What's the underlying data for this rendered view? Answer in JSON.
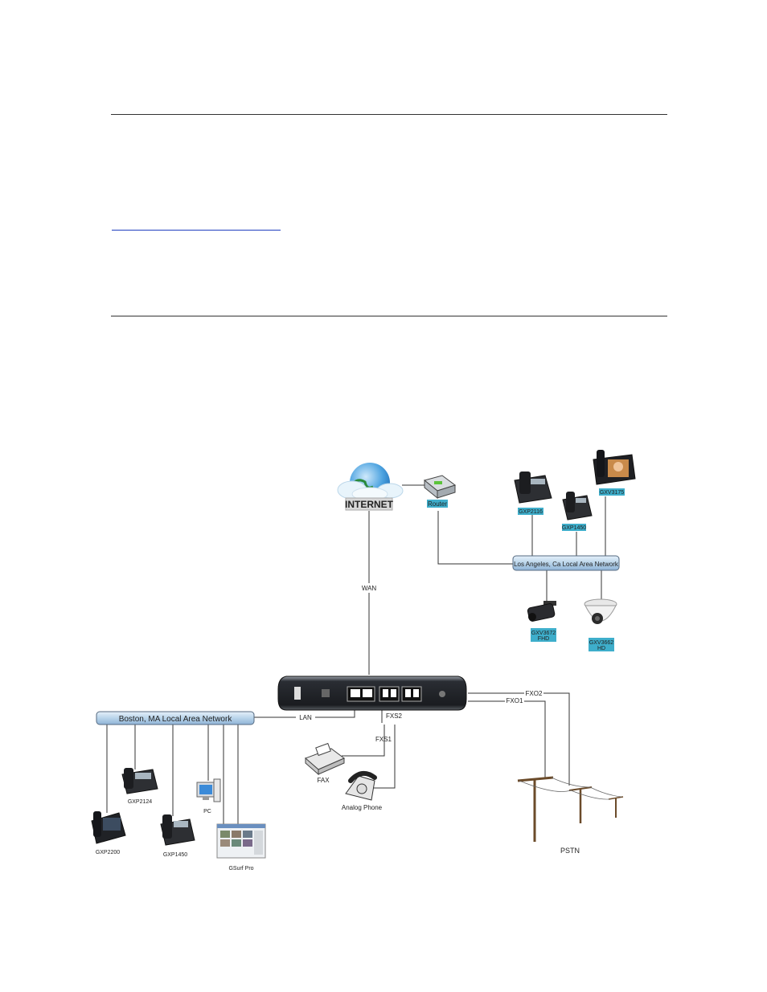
{
  "diagram": {
    "internet_label": "INTERNET",
    "router_label": "Router",
    "wan_label": "WAN",
    "la_network_label": "Los Angeles, Ca Local Area Network",
    "la_devices": {
      "gxp2116": "GXP2116",
      "gxp1450": "GXP1450",
      "gxv3175": "GXV3175",
      "gxv3672_line1": "GXV3672",
      "gxv3672_line2": "FHD",
      "gxv3662_line1": "GXV3662",
      "gxv3662_line2": "HD"
    },
    "boston_network_label": "Boston, MA Local Area Network",
    "lan_label": "LAN",
    "fxs2_label": "FXS2",
    "fxs1_label": "FXS1",
    "fxo2_label": "FXO2",
    "fxo1_label": "FXO1",
    "fax_label": "FAX",
    "analog_phone_label": "Analog Phone",
    "pstn_label": "PSTN",
    "boston_devices": {
      "gxp2124": "GXP2124",
      "pc": "PC",
      "gxp2200": "GXP2200",
      "gxp1450": "GXP1450",
      "gsurf": "GSurf Pro"
    }
  },
  "colors": {
    "tag_bg": "#3eaecb",
    "network_bar": "#b9d4ea",
    "link_underline": "#1f3fbf"
  }
}
